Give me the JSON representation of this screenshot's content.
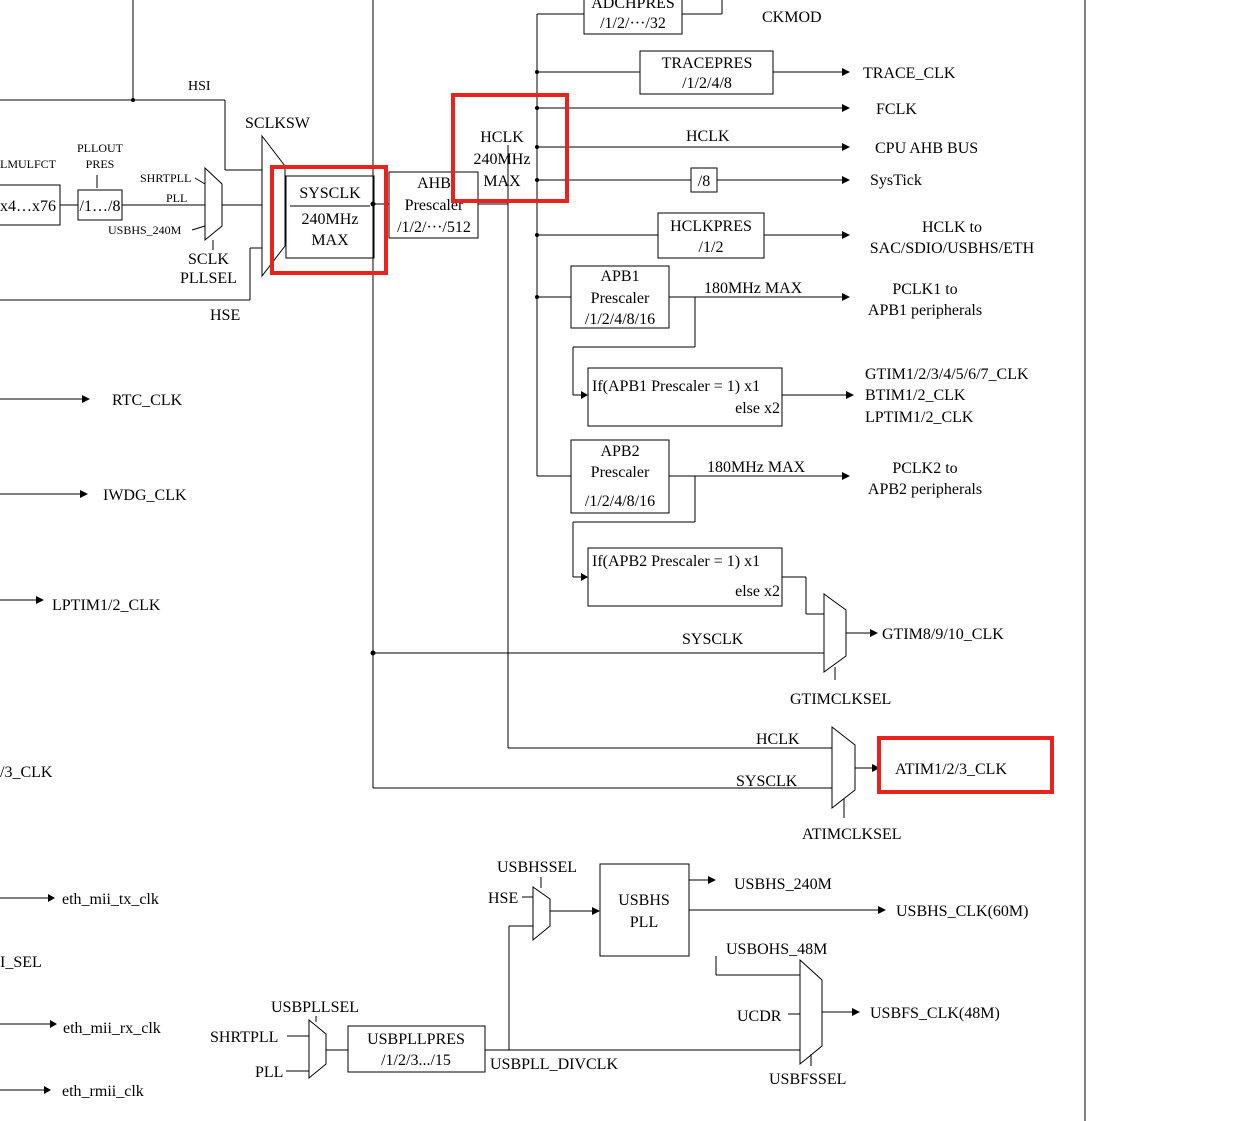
{
  "colors": {
    "line": "#000000",
    "highlight": "#e8231f",
    "background": "#ffffff"
  },
  "top": {
    "adcpres": "ADCHPRES",
    "adcpres_div": "/1/2/···/32",
    "ckmod": "CKMOD"
  },
  "hsi": "HSI",
  "sclksw": "SCLKSW",
  "pll": {
    "mulfct": "LMULFCT",
    "mul": "x4…x76",
    "pllout1": "PLLOUT",
    "pllout2": "PRES",
    "outdiv": "/1…/8",
    "in_shrtpll": "SHRTPLL",
    "in_pll": "PLL",
    "in_usbhs": "USBHS_240M",
    "sclk": "SCLK",
    "pllsel": "PLLSEL",
    "hse": "HSE"
  },
  "sysclk_box": {
    "l1": "SYSCLK",
    "l2": "240MHz",
    "l3": "MAX"
  },
  "ahb": {
    "l1": "AHB",
    "l2": "Prescaler",
    "l3": "/1/2/···/512"
  },
  "hclk_box": {
    "l1": "HCLK",
    "l2": "240MHz",
    "l3": "MAX"
  },
  "tracepres": {
    "l1": "TRACEPRES",
    "l2": "/1/2/4/8",
    "out": "TRACE_CLK"
  },
  "fclk": "FCLK",
  "hclk_line": "HCLK",
  "cpu_bus": "CPU AHB BUS",
  "div8": "/8",
  "systick": "SysTick",
  "hclkpres": {
    "l1": "HCLKPRES",
    "l2": "/1/2",
    "out1": "HCLK to",
    "out2": "SAC/SDIO/USBHS/ETH"
  },
  "apb1": {
    "l1": "APB1",
    "l2": "Prescaler",
    "l3": "/1/2/4/8/16",
    "max": "180MHz MAX",
    "out1": "PCLK1 to",
    "out2": "APB1 peripherals"
  },
  "apb1_if": {
    "l1": "If(APB1 Prescaler = 1) x1",
    "l2": "else x2"
  },
  "gtim_out": {
    "l1": "GTIM1/2/3/4/5/6/7_CLK",
    "l2": "BTIM1/2_CLK",
    "l3": "LPTIM1/2_CLK"
  },
  "apb2": {
    "l1": "APB2",
    "l2": "Prescaler",
    "l3": "/1/2/4/8/16",
    "max": "180MHz MAX",
    "out1": "PCLK2 to",
    "out2": "APB2 peripherals"
  },
  "apb2_if": {
    "l1": "If(APB2 Prescaler = 1) x1",
    "l2": "else x2"
  },
  "gtim810": {
    "sysclk": "SYSCLK",
    "out": "GTIM8/9/10_CLK",
    "sel": "GTIMCLKSEL"
  },
  "atim": {
    "hclk": "HCLK",
    "sysclk": "SYSCLK",
    "out": "ATIM1/2/3_CLK",
    "sel": "ATIMCLKSEL"
  },
  "left": {
    "rtc": "RTC_CLK",
    "iwdg": "IWDG_CLK",
    "lptim": "LPTIM1/2_CLK",
    "tim3": "/3_CLK",
    "mii_tx": "eth_mii_tx_clk",
    "mii_sel": "I_SEL",
    "mii_rx": "eth_mii_rx_clk",
    "rmii": "eth_rmii_clk"
  },
  "usb": {
    "usbhssel": "USBHSSEL",
    "hse": "HSE",
    "pll_l1": "USBHS",
    "pll_l2": "PLL",
    "out240": "USBHS_240M",
    "out60": "USBHS_CLK(60M)",
    "out48": "USBOHS_48M",
    "ucdr": "UCDR",
    "fs_out": "USBFS_CLK(48M)",
    "fssel": "USBFSSEL",
    "pllsel": "USBPLLSEL",
    "shrtpll": "SHRTPLL",
    "pll": "PLL",
    "pres_l1": "USBPLLPRES",
    "pres_l2": "/1/2/3.../15",
    "divclk": "USBPLL_DIVCLK"
  }
}
